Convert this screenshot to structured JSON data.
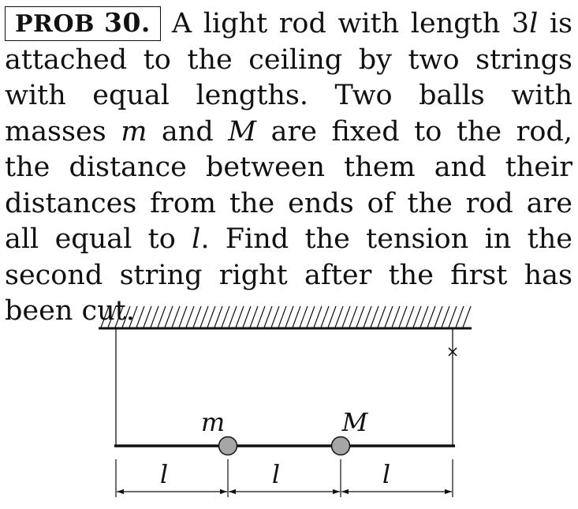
{
  "problem": {
    "label": "PROB",
    "number": "30.",
    "text_a": "A light rod with length 3",
    "var_length": "l",
    "text_b": " is attached to the ceiling by two strings with equal lengths. Two balls with masses ",
    "var_m": "m",
    "text_c": " and ",
    "var_M": "M",
    "text_d": " are fixed to the rod, the distance between them and their distances from the ends of the rod are all equal to ",
    "var_l": "l",
    "text_e": ". Find the tension in the second string right after the first has been cut."
  },
  "figure": {
    "ball_left_label": "m",
    "ball_right_label": "M",
    "segment_labels": [
      "l",
      "l",
      "l"
    ],
    "cut_mark": "×",
    "ball_color": "#a6a6a6",
    "line_color": "#111111"
  }
}
